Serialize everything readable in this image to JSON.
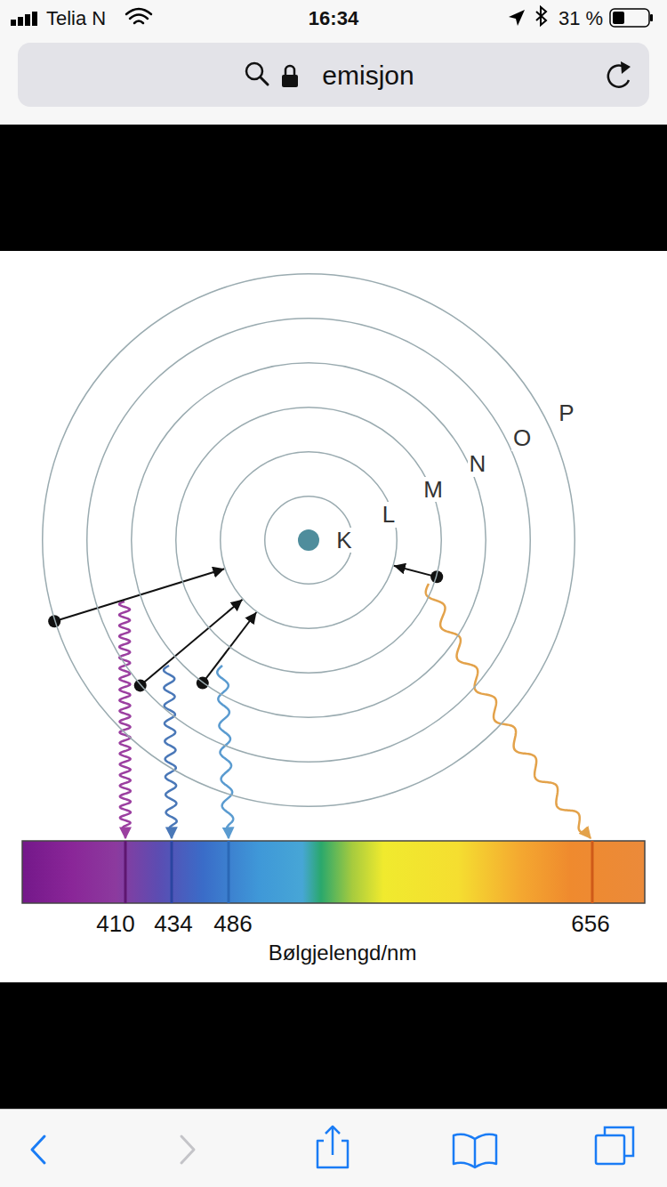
{
  "diagram": {
    "nodes": [
      {
        "text": [
          "emisjon"
        ]
      },
      {
        "text": [
          "P"
        ]
      },
      {
        "text": [
          "O"
        ],
        "in": 1
      },
      {
        "text": [
          "N"
        ],
        "in": 2
      },
      {
        "text": [
          "M"
        ],
        "in": 3
      },
      {
        "text": [
          "L"
        ],
        "in": 4
      },
      {
        "text": [
          "K"
        ],
        "in": 5
      }
    ],
    "edges": [
      {
        "from": 1,
        "to": 5,
        "arrow": "to"
      },
      {
        "from": 2,
        "to": 5,
        "arrow": "to"
      },
      {
        "from": 3,
        "to": 5,
        "arrow": "to"
      },
      {
        "from": 4,
        "to": 5,
        "arrow": "to"
      }
    ],
    "labels": [
      "Telia N",
      "16:34",
      "31 %",
      "410",
      "434",
      "486",
      "656",
      "Bølgjelengd/nm"
    ]
  }
}
